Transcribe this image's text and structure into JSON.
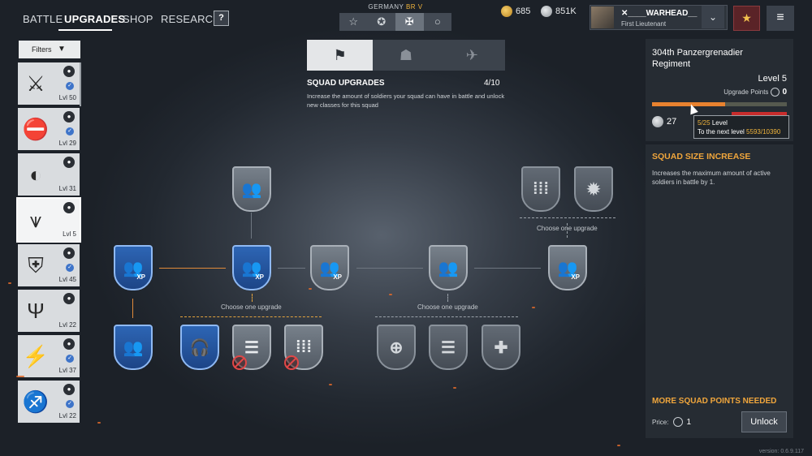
{
  "nav": {
    "tabs": [
      "BATTLE",
      "UPGRADES",
      "SHOP",
      "RESEARCH"
    ],
    "help": "?"
  },
  "nation": {
    "name": "GERMANY",
    "br": "BR V"
  },
  "currency": {
    "gold": "685",
    "silver": "851K"
  },
  "profile": {
    "name": "✕____WARHEAD__",
    "rank": "First Lieutenant"
  },
  "filters": {
    "label": "Filters"
  },
  "squads": [
    {
      "emblem": "⚔",
      "level": "Lvl 50",
      "checked": true
    },
    {
      "emblem": "⛔",
      "level": "Lvl 29",
      "checked": true
    },
    {
      "emblem": "◐",
      "level": "Lvl 31",
      "checked": false
    },
    {
      "emblem": "⩛",
      "level": "Lvl 5",
      "checked": false,
      "active": true
    },
    {
      "emblem": "⛨",
      "level": "Lvl 45",
      "checked": true
    },
    {
      "emblem": "Ψ",
      "level": "Lvl 22",
      "checked": false
    },
    {
      "emblem": "⚡",
      "level": "Lvl 37",
      "checked": true
    },
    {
      "emblem": "♐",
      "level": "Lvl 22",
      "checked": true
    }
  ],
  "squad_upgrades": {
    "title": "SQUAD UPGRADES",
    "count": "4/10",
    "description": "Increase the amount of soldiers your squad can have in battle and unlock new classes for this squad",
    "choose_label": "Choose one upgrade",
    "xp": "XP"
  },
  "regiment": {
    "name": "304th Panzergrenadier Regiment",
    "level": "Level 5",
    "upgrade_points_label": "Upgrade Points",
    "upgrade_points": "0",
    "progress_fraction": 0.54,
    "silver_reward": "27",
    "tooltip_level": "5/25",
    "tooltip_level_word": "Level",
    "tooltip_next": "To the next level",
    "tooltip_xp": "5593/10390"
  },
  "detail": {
    "title": "SQUAD SIZE INCREASE",
    "description": "Increases the maximum amount of active soldiers in battle by 1.",
    "more_points": "MORE SQUAD POINTS NEEDED",
    "price_label": "Price:",
    "price": "1",
    "unlock": "Unlock"
  },
  "version": "version: 0.6.9.117"
}
